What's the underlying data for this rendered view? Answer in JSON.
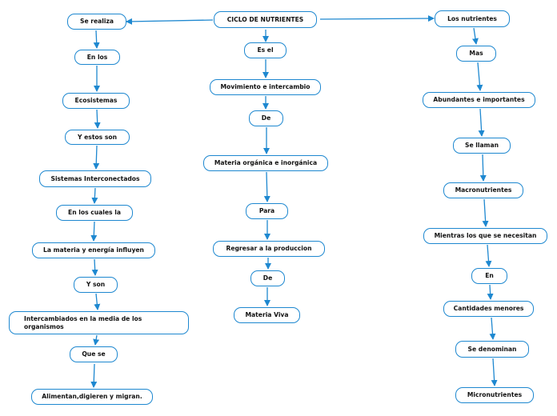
{
  "colors": {
    "border": "#1e88d0",
    "arrow": "#1e88d0",
    "text": "#111111",
    "background": "#ffffff"
  },
  "nodes": {
    "n_root": "CICLO DE NUTRIENTES",
    "n_l1": "Se realiza",
    "n_l2": "En los",
    "n_l3": "Ecosistemas",
    "n_l4": "Y estos son",
    "n_l5": "Sistemas Interconectados",
    "n_l6": "En los cuales la",
    "n_l7": "La materia y energía influyen",
    "n_l8": "Y son",
    "n_l9": "Intercambiados en la media de los organismos",
    "n_l10": "Que se",
    "n_l11": "Alimentan,digieren y migran.",
    "n_c1": "Es el",
    "n_c2": "Movimiento e intercambio",
    "n_c3": "De",
    "n_c4": "Materia orgánica e inorgánica",
    "n_c5": "Para",
    "n_c6": "Regresar a la produccion",
    "n_c7": "De",
    "n_c8": "Materia Viva",
    "n_r1": "Los nutrientes",
    "n_r2": "Mas",
    "n_r3": "Abundantes e importantes",
    "n_r4": "Se llaman",
    "n_r5": "Macronutrientes",
    "n_r6": "Mientras los que se necesitan",
    "n_r7": "En",
    "n_r8": "Cantidades menores",
    "n_r9": "Se denominan",
    "n_r10": "Micronutrientes"
  }
}
